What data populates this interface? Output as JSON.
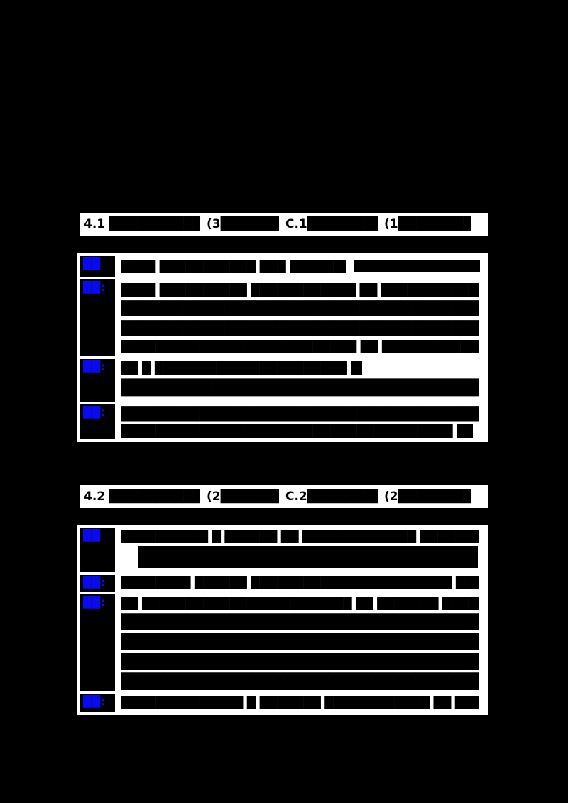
{
  "page": {
    "background": "#000000",
    "panel": "#ffffff",
    "ink": "#000000",
    "accent": "#0a0af0"
  },
  "header1": {
    "seg1": "4.1 ██████████████████████",
    "seg2": "(3████████████████",
    "seg3": "C.1██████████████████",
    "seg4": "(1██████████████████"
  },
  "header2": {
    "seg1": "4.2 ██████████████████████",
    "seg2": "(2████████████████",
    "seg3": "C.2██████████████████",
    "seg4": "(2██████████████████"
  },
  "table1": {
    "row1": {
      "label": "██",
      "line1": "████ ███████████ ███ ███████████ ██"
    },
    "row2": {
      "label": "██:",
      "line1": "████ ██████████ ████████████ ██ ███████████████ ████████████",
      "line2": "██████████████████████████████████████████████████████████████████████",
      "line3": "██████████████████████████████████████████████████████████████████████",
      "line4": "███████████████████████████ ██ ██████████████████████ ████████████"
    },
    "row3": {
      "label": "██:",
      "line1": "██ █ ██████████████████████ ███ █ ██",
      "line2": "██████████████████████████████████████████████████████████████████████"
    },
    "row4": {
      "label": "██:",
      "line1": "██████████████████████████████████████████████████████████████████████",
      "line2": "██████████████████████████████████████ ███████████████████ █"
    }
  },
  "table2": {
    "row1": {
      "label": "██",
      "line1": "██████████ █ ██████ ██ █████████████ ████████ █████████████"
    },
    "row2": {
      "label": "██:",
      "line1": "████████ ██████ ███████████████████████ ██████ ████████████"
    },
    "row3": {
      "label": "██:",
      "line1": "██ ████████████████████████ ██ ███████ ████████████",
      "line2": "██████████████████████████████████████████████████████████████████████",
      "line3": "██████████████████████████████████████████████████████████████████████",
      "line4": "██████████████████████████████████████████████████████████████████████",
      "line5": "██████████████████████████████████████████████████████████████████████"
    },
    "row4": {
      "label": "██:",
      "line1": "██████████████ █ ███████ ████████████ ██ █████████ ████████"
    }
  }
}
